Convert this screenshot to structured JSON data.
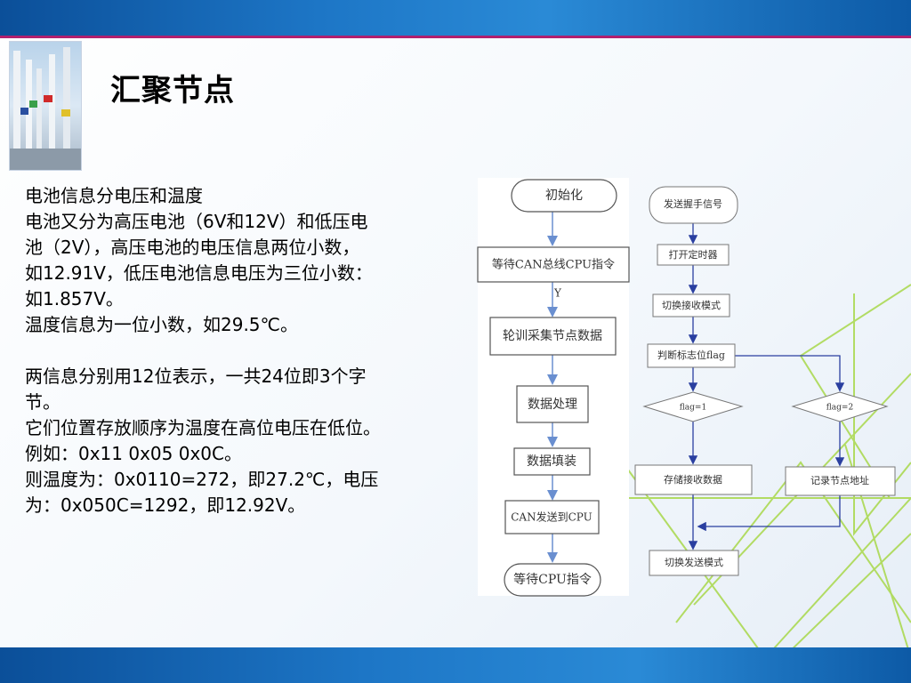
{
  "title": "汇聚节点",
  "body_lines": [
    "电池信息分电压和温度",
    "电池又分为高压电池（6V和12V）和低压电",
    "池（2V），高压电池的电压信息两位小数，",
    "如12.91V，低压电池信息电压为三位小数：",
    "如1.857V。",
    "温度信息为一位小数，如29.5℃。",
    "",
    "两信息分别用12位表示，一共24位即3个字",
    "节。",
    "它们位置存放顺序为温度在高位电压在低位。",
    "例如：0x11 0x05 0x0C。",
    "则温度为：0x0110=272，即27.2℃，电压",
    "为：0x050C=1292，即12.92V。"
  ],
  "flowchart_left": {
    "start": "初始化",
    "wait_can": "等待CAN总线CPU指令",
    "yes_label": "Y",
    "poll": "轮训采集节点数据",
    "process": "数据处理",
    "fill": "数据填装",
    "send_cpu": "CAN发送到CPU",
    "end": "等待CPU指令"
  },
  "flowchart_right": {
    "handshake": "发送握手信号",
    "timer": "打开定时器",
    "recv_mode": "切换接收模式",
    "check_flag": "判断标志位flag",
    "flag1": "flag=1",
    "flag2": "flag=2",
    "store": "存储接收数据",
    "record": "记录节点地址",
    "send_mode": "切换发送模式"
  },
  "colors": {
    "header_blue": "#1d76c6",
    "accent_magenta": "#b0206e",
    "deco_green": "#9acd32",
    "arrow_blue": "#6a8fd0"
  }
}
